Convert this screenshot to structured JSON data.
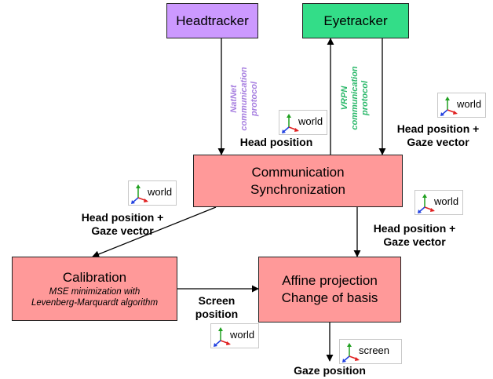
{
  "boxes": {
    "headtracker": "Headtracker",
    "eyetracker": "Eyetracker",
    "communication_line1": "Communication",
    "communication_line2": "Synchronization",
    "calibration_title": "Calibration",
    "calibration_sub1": "MSE minimization with",
    "calibration_sub2": "Levenberg-Marquardt algorithm",
    "affine_line1": "Affine projection",
    "affine_line2": "Change of basis"
  },
  "protocols": {
    "natnet": [
      "NatNet",
      "communication",
      "protocol"
    ],
    "vrpn": [
      "VRPN",
      "communication",
      "protocol"
    ]
  },
  "labels": {
    "head_position": "Head position",
    "head_gaze_right_1": "Head position +",
    "head_gaze_right_2": "Gaze vector",
    "head_gaze_left_1": "Head position +",
    "head_gaze_left_2": "Gaze vector",
    "head_gaze_mid_1": "Head position +",
    "head_gaze_mid_2": "Gaze vector",
    "screen_position_1": "Screen",
    "screen_position_2": "position",
    "gaze_position": "Gaze position"
  },
  "frames": {
    "world": "world",
    "screen": "screen"
  },
  "colors": {
    "headtracker_fill": "#cc99ff",
    "eyetracker_fill": "#33dd88",
    "process_fill": "#ff9999",
    "natnet_text": "#a77fe0",
    "vrpn_text": "#2bb86a",
    "axis_x": "#e02020",
    "axis_y": "#20a020",
    "axis_z": "#2040e0"
  }
}
